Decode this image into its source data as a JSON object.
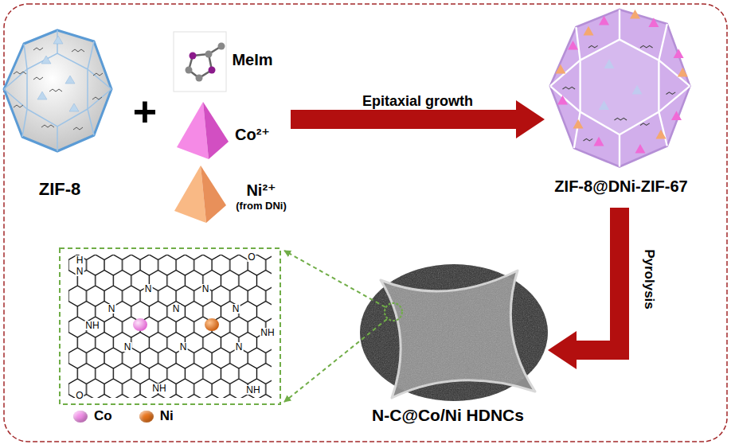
{
  "diagram": {
    "nodes": [
      {
        "text": [
          "ZIF-8"
        ]
      },
      {
        "text": [
          "MeIm"
        ]
      },
      {
        "text": [
          "Co²⁺"
        ]
      },
      {
        "text": [
          "Ni²⁺",
          "(from DNi)"
        ]
      },
      {
        "text": [
          "ZIF-8@DNi-ZIF-67"
        ]
      },
      {
        "text": [
          "N-C@Co/Ni HDNCs"
        ]
      }
    ],
    "edges": [
      {
        "from": 2,
        "to": 4,
        "arrow": "to",
        "label": "Epitaxial growth"
      },
      {
        "from": 4,
        "to": 5,
        "arrow": "to",
        "label": "Pyrolysis"
      }
    ],
    "labels": [
      "+",
      "H",
      "N",
      "O",
      "N",
      "N",
      "N",
      "N",
      "N",
      "NH",
      "NH",
      "N",
      "N",
      "N",
      "NH",
      "NH",
      "O"
    ],
    "legend": [
      {
        "text": "Co",
        "color": "#f28ee8"
      },
      {
        "text": "Ni",
        "color": "#e8741c"
      }
    ]
  }
}
